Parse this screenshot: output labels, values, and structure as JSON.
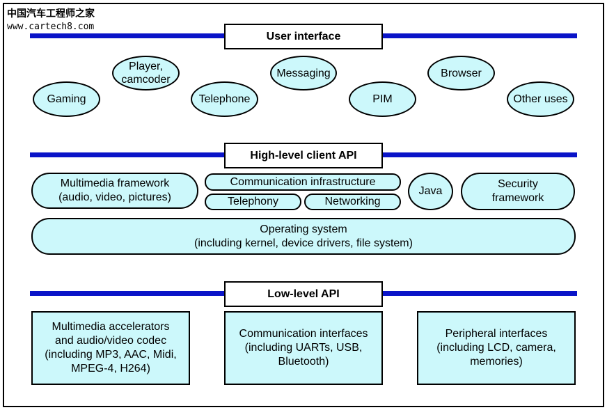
{
  "watermark": {
    "title": "中国汽车工程师之家",
    "url": "www.cartech8.com"
  },
  "layers": {
    "user_interface": "User interface",
    "high_level_api": "High-level client API",
    "low_level_api": "Low-level API"
  },
  "apps": {
    "gaming": "Gaming",
    "player": "Player,\ncamcoder",
    "telephone": "Telephone",
    "messaging": "Messaging",
    "pim": "PIM",
    "browser": "Browser",
    "other_uses": "Other uses"
  },
  "middleware": {
    "multimedia_framework": "Multimedia framework\n(audio, video, pictures)",
    "communication_infrastructure": "Communication infrastructure",
    "telephony": "Telephony",
    "networking": "Networking",
    "java": "Java",
    "security_framework": "Security\nframework",
    "operating_system": "Operating system\n(including kernel, device drivers, file system)"
  },
  "hardware": {
    "multimedia_accelerators": "Multimedia accelerators\nand audio/video codec\n(including MP3, AAC, Midi,\nMPEG-4, H264)",
    "communication_interfaces": "Communication interfaces\n(including UARTs, USB,\nBluetooth)",
    "peripheral_interfaces": "Peripheral interfaces\n(including LCD, camera,\nmemories)"
  },
  "colors": {
    "bar_blue": "#0a14c8",
    "fill_cyan": "#ccf8fb"
  }
}
